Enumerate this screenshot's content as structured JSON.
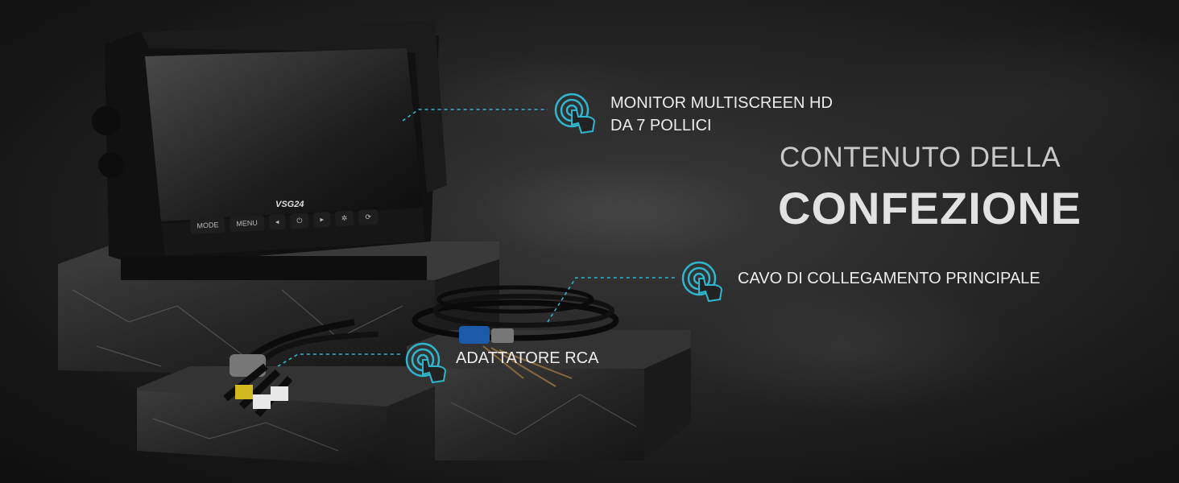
{
  "heading": {
    "line1": "CONTENUTO DELLA",
    "line2": "CONFEZIONE"
  },
  "callouts": [
    {
      "line1": "MONITOR MULTISCREEN HD",
      "line2": "DA 7 POLLICI",
      "icon": "touch-hand-icon"
    },
    {
      "line1": "CAVO DI COLLEGAMENTO PRINCIPALE",
      "icon": "touch-hand-icon"
    },
    {
      "line1": "ADATTATORE RCA",
      "icon": "touch-hand-icon"
    }
  ],
  "monitor": {
    "brand": "VSG24",
    "buttons": [
      "MODE",
      "MENU",
      "◂",
      "⏻",
      "▸",
      "✲",
      "⟳"
    ]
  },
  "colors": {
    "accent": "#2fb6cf",
    "text": "#ececec",
    "background": "#1e1e1e"
  }
}
